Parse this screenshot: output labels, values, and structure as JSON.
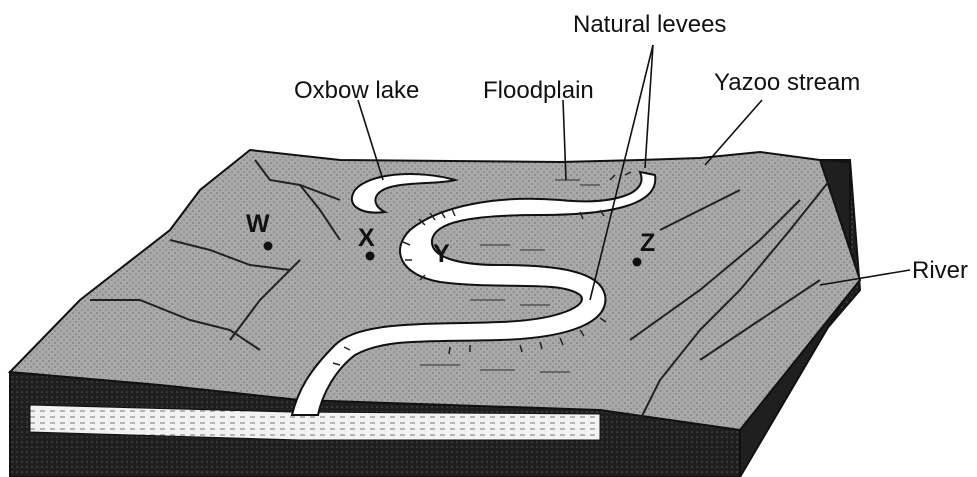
{
  "labels": {
    "oxbow_lake": "Oxbow lake",
    "floodplain": "Floodplain",
    "natural_levees": "Natural levees",
    "yazoo_stream": "Yazoo stream",
    "river": "River"
  },
  "points": {
    "w": "W",
    "x": "X",
    "y": "Y",
    "z": "Z"
  },
  "colors": {
    "terrain": "#a9a9a9",
    "side": "#1f1f1f",
    "water": "#ffffff",
    "ink": "#111111"
  }
}
